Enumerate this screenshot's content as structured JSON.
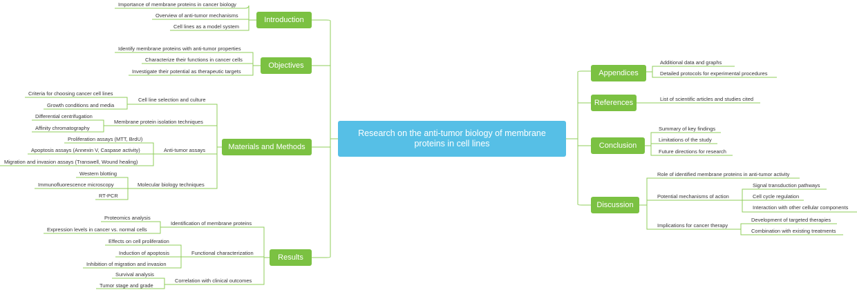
{
  "colors": {
    "central": "#56bfe6",
    "branch": "#7bc142",
    "line": "#8fce5a"
  },
  "central": "Research on the anti-tumor biology of membrane proteins in cell lines",
  "left": {
    "introduction": {
      "label": "Introduction",
      "items": [
        "Importance of membrane proteins in cancer biology",
        "Overview of anti-tumor mechanisms",
        "Cell lines as a model system"
      ]
    },
    "objectives": {
      "label": "Objectives",
      "items": [
        "Identify membrane proteins with anti-tumor properties",
        "Characterize their functions in cancer cells",
        "Investigate their potential as therapeutic targets"
      ]
    },
    "methods": {
      "label": "Materials and Methods",
      "groups": [
        {
          "label": "Cell line selection and culture",
          "items": [
            "Criteria for choosing cancer cell lines",
            "Growth conditions and media"
          ]
        },
        {
          "label": "Membrane protein isolation techniques",
          "items": [
            "Differential centrifugation",
            "Affinity chromatography"
          ]
        },
        {
          "label": "Anti-tumor assays",
          "items": [
            "Proliferation assays (MTT, BrdU)",
            "Apoptosis assays (Annexin V, Caspase activity)",
            "Migration and invasion assays (Transwell, Wound healing)"
          ]
        },
        {
          "label": "Molecular biology techniques",
          "items": [
            "Western blotting",
            "Immunofluorescence microscopy",
            "RT-PCR"
          ]
        }
      ]
    },
    "results": {
      "label": "Results",
      "groups": [
        {
          "label": "Identification of membrane proteins",
          "items": [
            "Proteomics analysis",
            "Expression levels in cancer vs. normal cells"
          ]
        },
        {
          "label": "Functional characterization",
          "items": [
            "Effects on cell proliferation",
            "Induction of apoptosis",
            "Inhibition of migration and invasion"
          ]
        },
        {
          "label": "Correlation with clinical outcomes",
          "items": [
            "Survival analysis",
            "Tumor stage and grade"
          ]
        }
      ]
    }
  },
  "right": {
    "appendices": {
      "label": "Appendices",
      "items": [
        "Additional data and graphs",
        "Detailed protocols for experimental procedures"
      ]
    },
    "references": {
      "label": "References",
      "items": [
        "List of scientific articles and studies cited"
      ]
    },
    "conclusion": {
      "label": "Conclusion",
      "items": [
        "Summary of key findings",
        "Limitations of the study",
        "Future directions for research"
      ]
    },
    "discussion": {
      "label": "Discussion",
      "role": "Role of identified membrane proteins in anti-tumor activity",
      "mechanisms": {
        "label": "Potential mechanisms of action",
        "items": [
          "Signal transduction pathways",
          "Cell cycle regulation",
          "Interaction with other cellular components"
        ]
      },
      "implications": {
        "label": "Implications for cancer therapy",
        "items": [
          "Development of targeted therapies",
          "Combination with existing treatments"
        ]
      }
    }
  }
}
